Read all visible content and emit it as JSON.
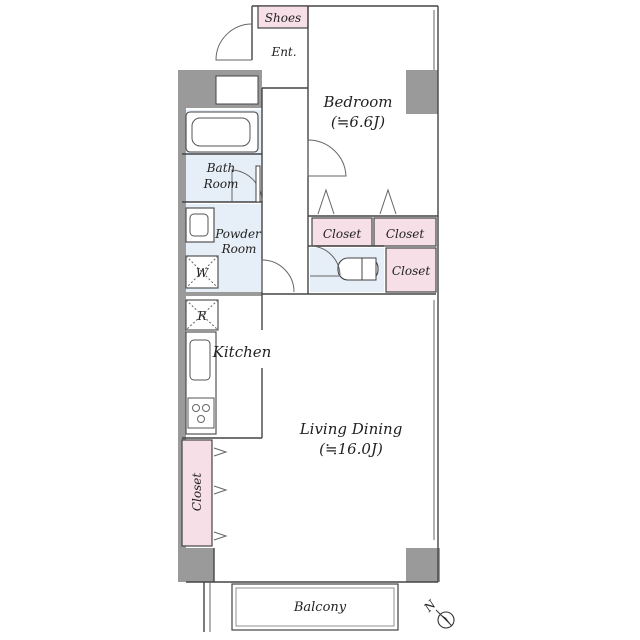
{
  "floorplan": {
    "rooms": {
      "shoes": "Shoes",
      "entrance": "Ent.",
      "bedroom_name": "Bedroom",
      "bedroom_size": "(≒6.6J)",
      "bath_line1": "Bath",
      "bath_line2": "Room",
      "powder_line1": "Powder",
      "powder_line2": "Room",
      "washer": "W",
      "refrigerator": "R",
      "kitchen": "Kitchen",
      "closet_left": "Closet",
      "closet_mid": "Closet",
      "closet_right_top": "Closet",
      "closet_right_bottom": "Closet",
      "living_name": "Living Dining",
      "living_size": "(≒16.0J)",
      "balcony": "Balcony"
    },
    "compass": {
      "north_label": "N"
    },
    "colors": {
      "wall": "#9a9a9a",
      "closet": "#f6dfe6",
      "wet_area": "#e6eef8",
      "line": "#444444"
    }
  }
}
